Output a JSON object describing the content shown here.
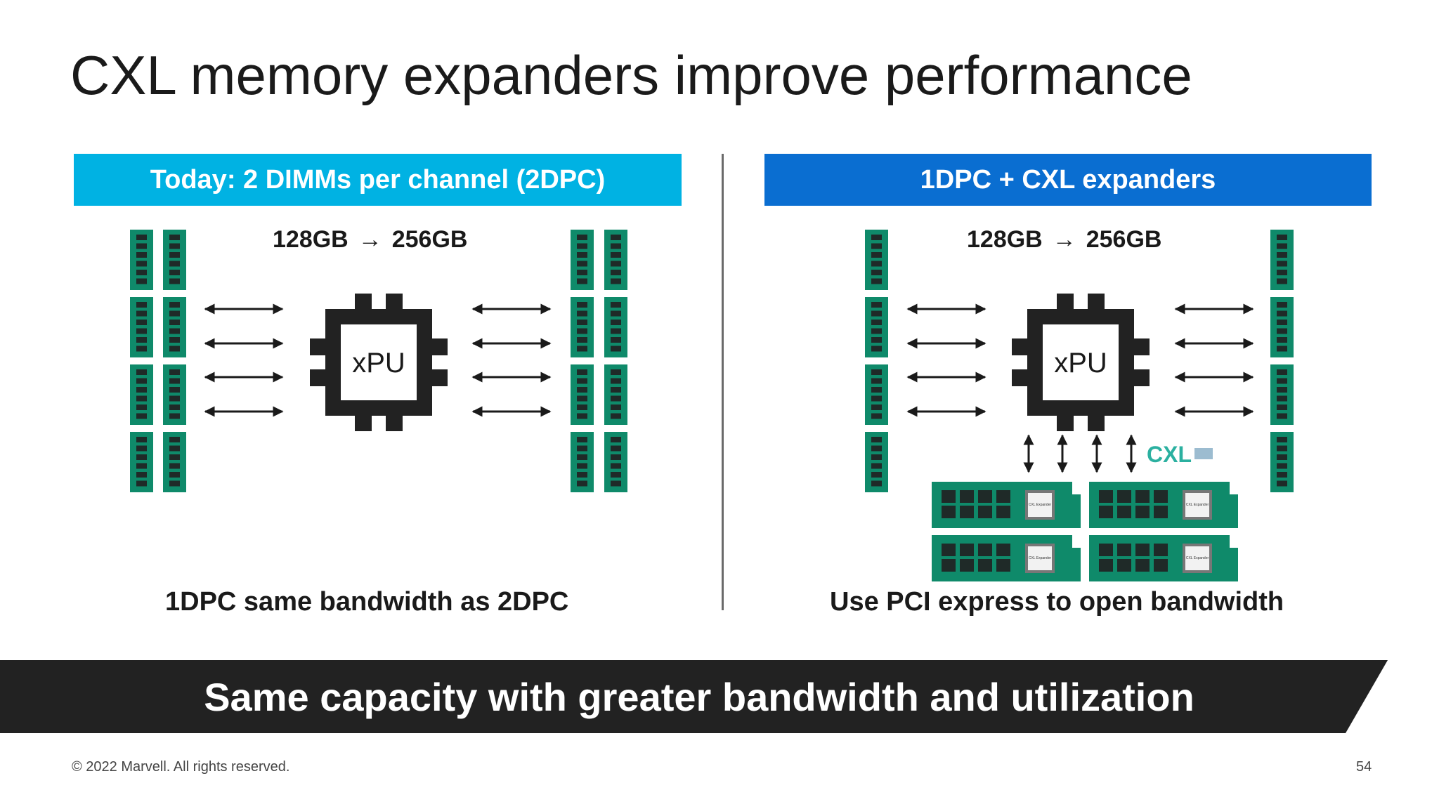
{
  "title": "CXL memory expanders improve performance",
  "left_panel": {
    "header": "Today: 2 DIMMs per channel (2DPC)",
    "capacity_from": "128GB",
    "capacity_to": "256GB",
    "arrow": "→",
    "chip_label": "xPU",
    "caption": "1DPC same bandwidth as 2DPC"
  },
  "right_panel": {
    "header": "1DPC + CXL expanders",
    "capacity_from": "128GB",
    "capacity_to": "256GB",
    "arrow": "→",
    "chip_label": "xPU",
    "cxl_logo": "CXL",
    "expander_chip_label": "CXL Expander",
    "caption": "Use PCI express to open bandwidth"
  },
  "banner": "Same capacity with greater bandwidth and utilization",
  "footer": {
    "copyright": "© 2022 Marvell. All rights reserved.",
    "page_number": "54"
  },
  "colors": {
    "left_header": "#00b2e3",
    "right_header": "#0a6ed1",
    "dimm_green": "#0f8a6a",
    "banner": "#222222",
    "chip": "#222222"
  },
  "icons": [
    "dimm-icon",
    "xpu-chip-icon",
    "double-arrow-icon",
    "cxl-expander-card-icon",
    "cxl-logo"
  ]
}
